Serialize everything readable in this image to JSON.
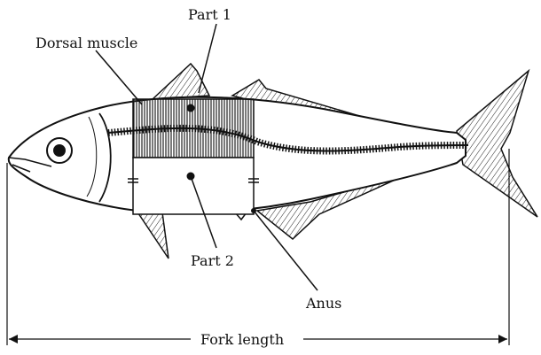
{
  "labels": {
    "part1": "Part 1",
    "dorsal_muscle": "Dorsal muscle",
    "part2": "Part 2",
    "anus": "Anus",
    "fork_length": "Fork length"
  }
}
